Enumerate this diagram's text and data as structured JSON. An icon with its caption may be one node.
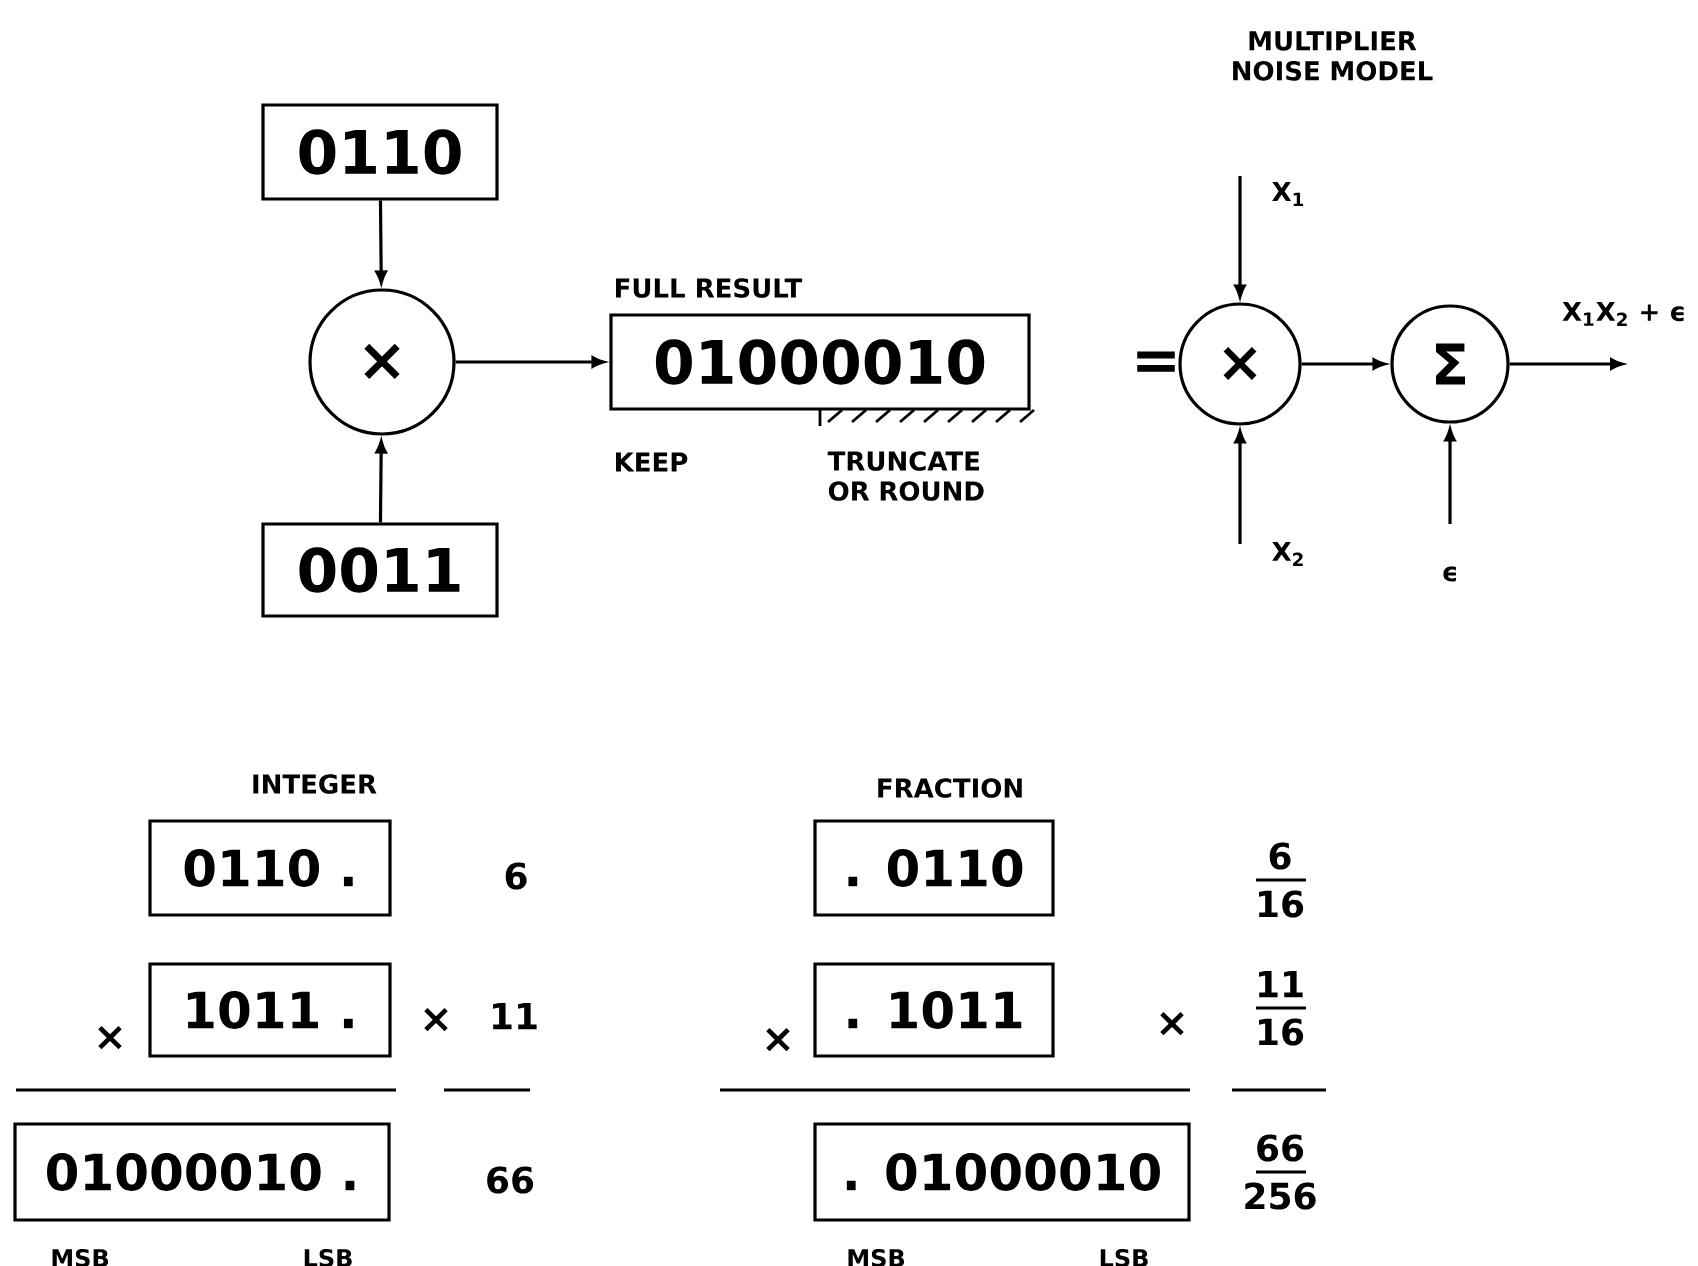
{
  "diagram": {
    "nodes": [
      {
        "text": [
          "0110"
        ]
      },
      {
        "text": [
          "×"
        ]
      },
      {
        "text": [
          "0011"
        ]
      },
      {
        "text": [
          "FULL RESULT",
          "01000010"
        ],
        "beside": [
          "KEEP",
          "TRUNCATE OR ROUND"
        ]
      },
      {
        "text": [
          "×"
        ]
      },
      {
        "text": [
          "Σ"
        ]
      },
      {
        "text": [
          "0110 ."
        ]
      },
      {
        "text": [
          "1011 ."
        ]
      },
      {
        "text": [
          "01000010 ."
        ]
      },
      {
        "text": [
          ". 0110"
        ]
      },
      {
        "text": [
          ". 1011"
        ]
      },
      {
        "text": [
          ". 01000010"
        ]
      }
    ],
    "edges": [
      {
        "from": 0,
        "to": 1,
        "arrow": "to"
      },
      {
        "from": 2,
        "to": 1,
        "arrow": "to"
      },
      {
        "from": 1,
        "to": 3,
        "arrow": "to"
      },
      {
        "from": null,
        "to": 4,
        "arrow": "to",
        "label": "X$_{1}$"
      },
      {
        "from": null,
        "to": 4,
        "arrow": "to",
        "label": "X$_{2}$"
      },
      {
        "from": 4,
        "to": 5,
        "arrow": "to"
      },
      {
        "from": null,
        "to": 5,
        "arrow": "to",
        "label": "ϵ"
      },
      {
        "from": 5,
        "to": null,
        "arrow": "to",
        "label": "X$_{1}$X$_{2}$ + ϵ"
      }
    ],
    "labels": [
      "MULTIPLIER NOISE MODEL",
      "=",
      "INTEGER",
      "FRACTION",
      "6",
      "6",
      "16",
      "×",
      "×",
      "11",
      "×",
      "×",
      "11",
      "16",
      "66",
      "66",
      "256",
      "MSB",
      "LSB",
      "MSB",
      "LSB"
    ]
  }
}
